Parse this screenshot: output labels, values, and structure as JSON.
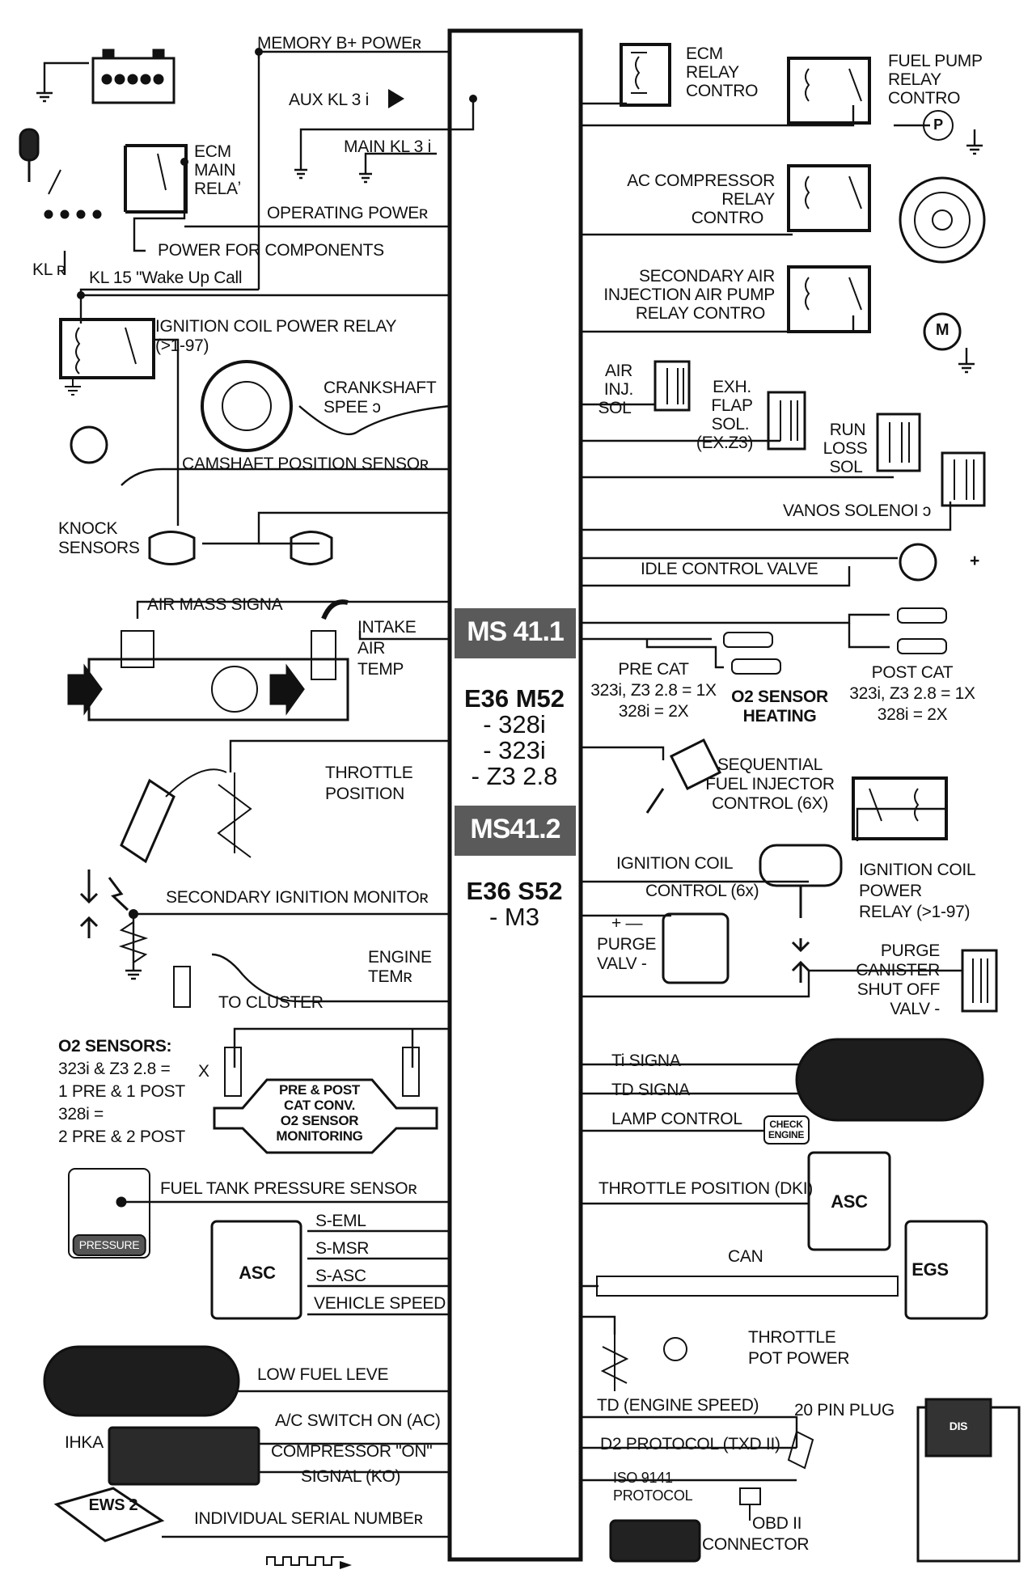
{
  "ecu": {
    "ms411_label": "MS 41.1",
    "m52_title": "E36 M52",
    "m52_models": [
      "- 328i",
      "- 323i",
      "- Z3 2.8"
    ],
    "ms412_label": "MS41.2",
    "s52_title": "E36 S52",
    "s52_models": [
      "- M3"
    ]
  },
  "left": {
    "memory": "MEMORY B+ POWEʀ",
    "aux": "AUX KL 3 i",
    "main": "MAIN KL 3 i",
    "ecm_main_relay": [
      "ECM",
      "MAIN",
      "RELAʼ"
    ],
    "operating_power": "OPERATING POWEʀ",
    "power_components": "POWER FOR COMPONENTS",
    "kl_r": "KL ʀ",
    "kl_15": "KL 15 \"Wake Up Call",
    "ign_coil_relay": [
      "IGNITION COIL POWER RELAY",
      "(>1-97)"
    ],
    "crankshaft": [
      "CRANKSHAFT",
      "SPEE ɔ"
    ],
    "camshaft": "CAMSHAFT POSITION SENSOʀ",
    "knock": [
      "KNOCK",
      "SENSORS"
    ],
    "air_mass": "AIR MASS SIGNA",
    "intake_temp": [
      "INTAKE",
      "AIR",
      "TEMP"
    ],
    "throttle_position": [
      "THROTTLE",
      "POSITION"
    ],
    "secondary_ignition": "SECONDARY IGNITION MONITOʀ",
    "engine_temp": [
      "ENGINE",
      "TEMʀ"
    ],
    "to_cluster": "TO CLUSTER",
    "o2_heading": "O2 SENSORS:",
    "o2_lines": [
      "323i & Z3 2.8 =",
      "1 PRE & 1 POST",
      "328i =",
      "2 PRE & 2 POST"
    ],
    "x_mark": "X",
    "cat_box": [
      "PRE & POST",
      "CAT CONV.",
      "O2 SENSOR",
      "MONITORING"
    ],
    "fuel_tank": "FUEL TANK PRESSURE SENSOʀ",
    "pressure_badge": "PRESSURE",
    "s_eml": "S-EML",
    "s_msr": "S-MSR",
    "s_asc": "S-ASC",
    "vehicle_speed": "VEHICLE SPEED",
    "asc_module": "ASC",
    "low_fuel": "LOW FUEL LEVE",
    "ac_switch": "A/C SWITCH ON (AC)",
    "ihka": "IHKA",
    "compressor": [
      "COMPRESSOR \"ON\"",
      "SIGNAL (KO)"
    ],
    "ews": "EWS 2",
    "serial": "INDIVIDUAL SERIAL NUMBEʀ"
  },
  "right": {
    "ecm_relay": [
      "ECM",
      "RELAY",
      "CONTRO"
    ],
    "fuel_pump": [
      "FUEL PUMP",
      "RELAY",
      "CONTRO"
    ],
    "pump_symbol": "P",
    "ac_compressor": [
      "AC COMPRESSOR",
      "RELAY",
      "CONTRO"
    ],
    "secondary_air": [
      "SECONDARY AIR",
      "INJECTION AIR PUMP",
      "RELAY CONTRO"
    ],
    "motor_symbol": "M",
    "air_inj_sol": [
      "AIR",
      "INJ.",
      "SOL"
    ],
    "exh_flap": [
      "EXH.",
      "FLAP",
      "SOL.",
      "(EX.Z3)"
    ],
    "run_loss": [
      "RUN",
      "LOSS",
      "SOL"
    ],
    "vanos": "VANOS  SOLENOI ɔ",
    "idle_control": "IDLE CONTROL VALVE",
    "plus": "+",
    "pre_cat": [
      "PRE CAT",
      "323i, Z3 2.8 = 1X",
      "328i = 2X"
    ],
    "o2_heating": [
      "O2 SENSOR",
      "HEATING"
    ],
    "post_cat": [
      "POST CAT",
      "323i, Z3 2.8 = 1X",
      "328i = 2X"
    ],
    "injector": [
      "SEQUENTIAL",
      "FUEL INJECTOR",
      "CONTROL (6X)"
    ],
    "ign_coil_control": [
      "IGNITION COIL",
      "CONTROL (6x)"
    ],
    "ign_coil_power_relay": [
      "IGNITION COIL",
      "POWER",
      "RELAY (>1-97)"
    ],
    "purge_valve": [
      "PURGE",
      "VALV -"
    ],
    "purge_sign": "+ —",
    "purge_canister": [
      "PURGE",
      "CANISTER",
      "SHUT OFF",
      "VALV -"
    ],
    "ti_signal": "Ti SIGNA",
    "td_signal": "TD SIGNA",
    "lamp_control": "LAMP CONTROL",
    "check_engine": [
      "CHECK",
      "ENGINE"
    ],
    "throttle_dki": "THROTTLE POSITION (DKI)",
    "asc_module": "ASC",
    "can": "CAN",
    "egs_module": "EGS",
    "throttle_pot": [
      "THROTTLE",
      "POT POWER"
    ],
    "td_engine_speed": "TD (ENGINE SPEED)",
    "pin_plug": "20 PIN PLUG",
    "d2_protocol": "D2 PROTOCOL (TXD II)",
    "iso_protocol": [
      "ISO 9141",
      "PROTOCOL"
    ],
    "obd_connector": [
      "OBD II",
      "CONNECTOR"
    ],
    "tester_screen": "DIS"
  }
}
